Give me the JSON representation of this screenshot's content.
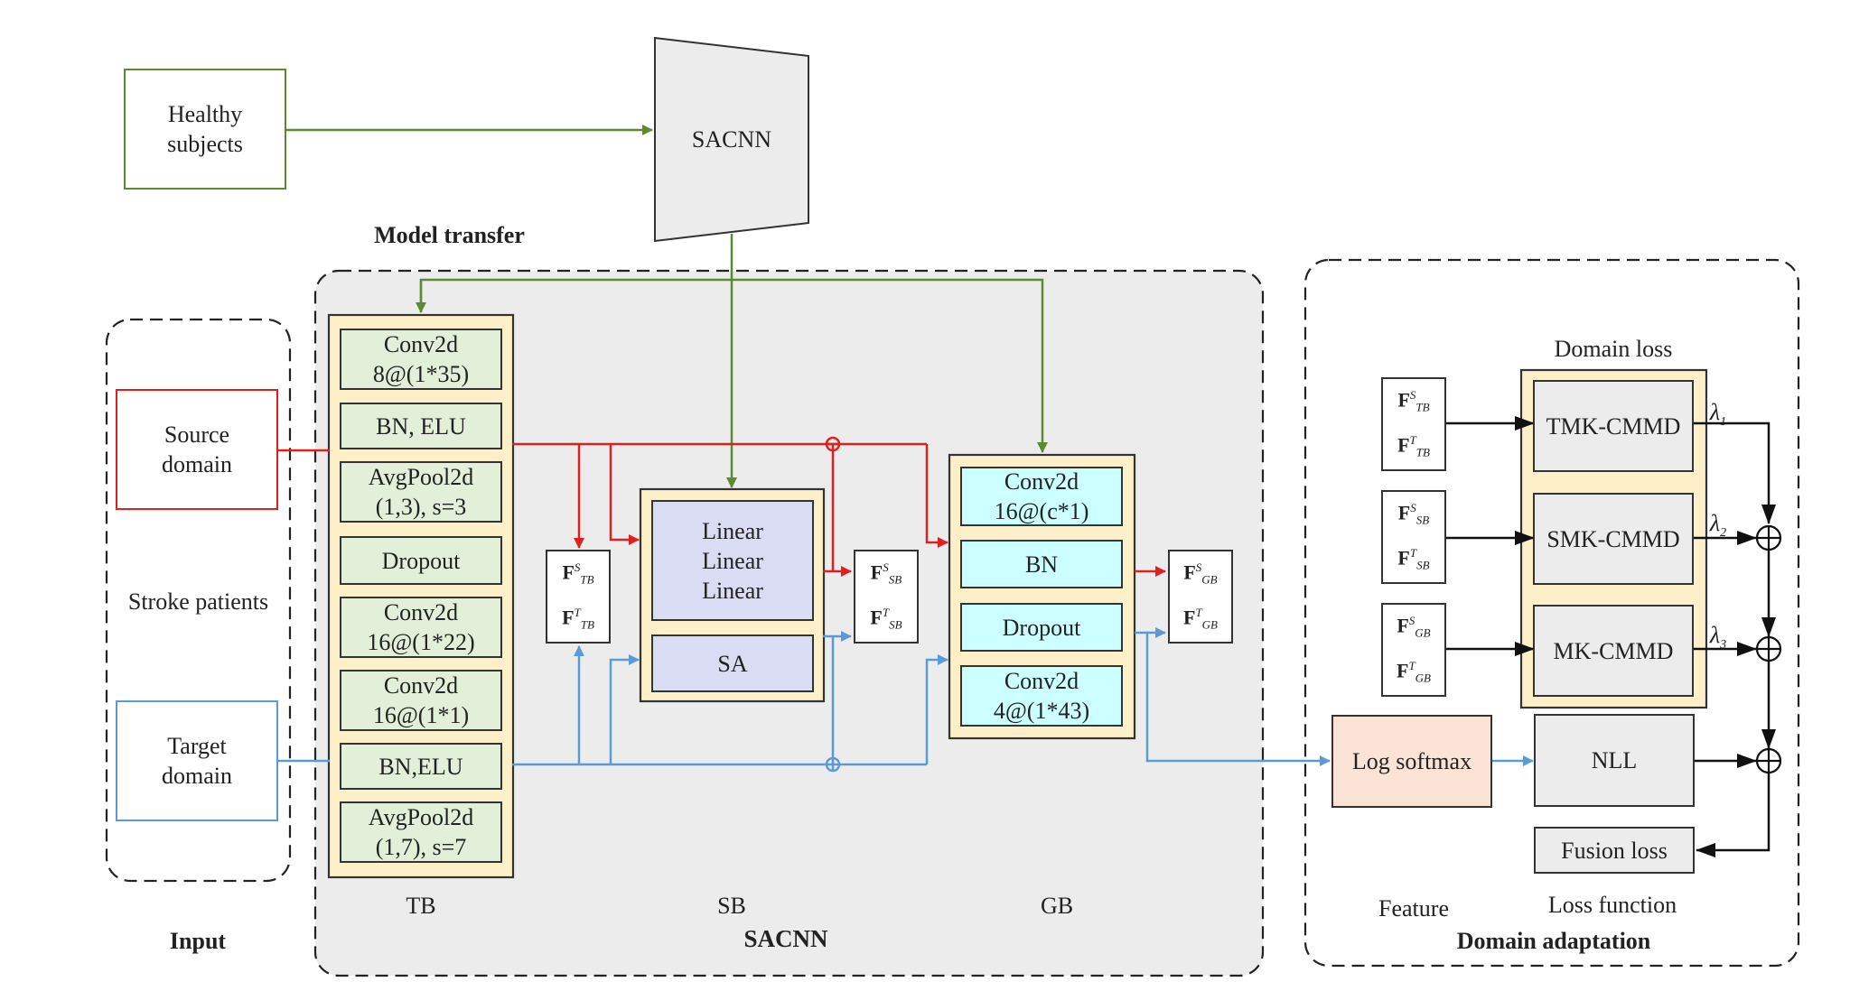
{
  "input": {
    "heading": "Input",
    "healthy_line1": "Healthy",
    "healthy_line2": "subjects",
    "source_line1": "Source",
    "source_line2": "domain",
    "stroke": "Stroke patients",
    "target_line1": "Target",
    "target_line2": "domain"
  },
  "top_model": {
    "label": "SACNN"
  },
  "model_transfer": "Model transfer",
  "sacnn": {
    "heading": "SACNN",
    "tb": {
      "label": "TB",
      "layers": [
        [
          "Conv2d",
          "8@(1*35)"
        ],
        [
          "BN, ELU"
        ],
        [
          "AvgPool2d",
          "(1,3), s=3"
        ],
        [
          "Dropout"
        ],
        [
          "Conv2d",
          "16@(1*22)"
        ],
        [
          "Conv2d",
          "16@(1*1)"
        ],
        [
          "BN,ELU"
        ],
        [
          "AvgPool2d",
          "(1,7), s=7"
        ]
      ]
    },
    "sb": {
      "label": "SB",
      "linear": [
        "Linear",
        "Linear",
        "Linear"
      ],
      "sa": "SA"
    },
    "gb": {
      "label": "GB",
      "layers": [
        [
          "Conv2d",
          "16@(c*1)"
        ],
        [
          "BN"
        ],
        [
          "Dropout"
        ],
        [
          "Conv2d",
          "4@(1*43)"
        ]
      ]
    },
    "features": {
      "tb": {
        "letter": "F",
        "source_sup": "S",
        "target_sup": "T",
        "sub": "TB"
      },
      "sb": {
        "letter": "F",
        "source_sup": "S",
        "target_sup": "T",
        "sub": "SB"
      },
      "gb": {
        "letter": "F",
        "source_sup": "S",
        "target_sup": "T",
        "sub": "GB"
      }
    }
  },
  "domain_adaptation": {
    "heading": "Domain adaptation",
    "domain_loss": "Domain loss",
    "losses": [
      "TMK-CMMD",
      "SMK-CMMD",
      "MK-CMMD"
    ],
    "lambda_symbol": "λ",
    "lambdas": [
      "1",
      "2",
      "3"
    ],
    "log_softmax": "Log softmax",
    "nll": "NLL",
    "fusion_loss": "Fusion loss",
    "feature_label": "Feature",
    "loss_function_label": "Loss function"
  },
  "colors": {
    "green": "#5b8a32",
    "red": "#e02020",
    "blue": "#5b9bd5",
    "black": "#111111",
    "panel_grey": "#ececec",
    "tb_fill": "#e2efd9",
    "gb_fill": "#ccffff",
    "sb_fill": "#dadcf3",
    "frame_fill": "#fdf0c8",
    "softmax_fill": "#fbe3d6"
  }
}
